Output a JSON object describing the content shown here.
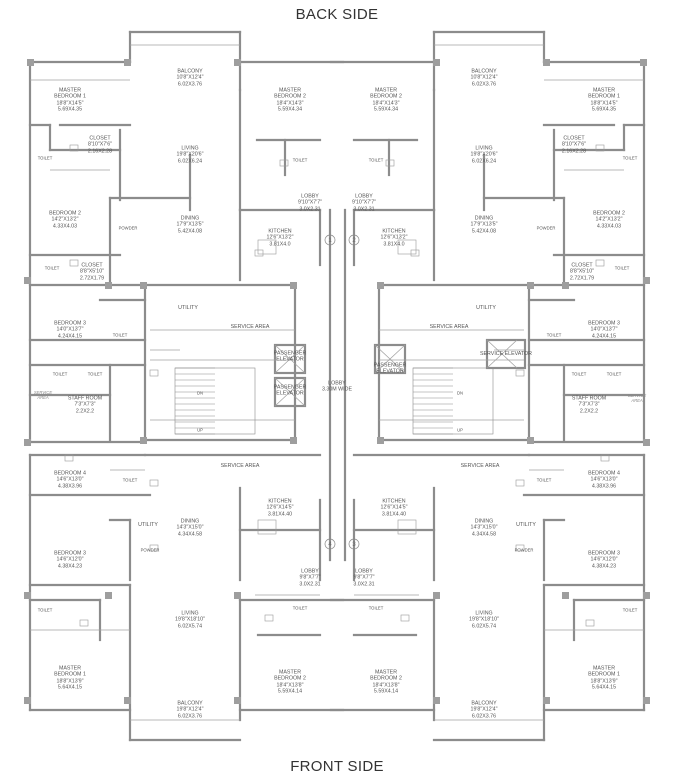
{
  "titles": {
    "back": "BACK SIDE",
    "front": "FRONT SIDE"
  },
  "rooms": [
    {
      "id": "balcony-back-l",
      "lines": [
        "BALCONY",
        "10'8\"X12'4\"",
        "6.02X3.76"
      ]
    },
    {
      "id": "balcony-back-r",
      "lines": [
        "BALCONY",
        "10'8\"X12'4\"",
        "6.02X3.76"
      ]
    },
    {
      "id": "master-bed1-back-l",
      "lines": [
        "MASTER",
        "BEDROOM 1",
        "18'8\"X14'5\"",
        "5.69X4.35"
      ]
    },
    {
      "id": "master-bed1-back-r",
      "lines": [
        "MASTER",
        "BEDROOM 1",
        "18'8\"X14'5\"",
        "5.69X4.35"
      ]
    },
    {
      "id": "master-bed2-back-l",
      "lines": [
        "MASTER",
        "BEDROOM 2",
        "18'4\"X14'3\"",
        "5.59X4.34"
      ]
    },
    {
      "id": "master-bed2-back-r",
      "lines": [
        "MASTER",
        "BEDROOM 2",
        "18'4\"X14'3\"",
        "5.59X4.34"
      ]
    },
    {
      "id": "closet-back-l",
      "lines": [
        "CLOSET",
        "8'10\"X7'6\"",
        "2.16X2.28"
      ]
    },
    {
      "id": "closet-back-r",
      "lines": [
        "CLOSET",
        "8'10\"X7'6\"",
        "2.16X2.28"
      ]
    },
    {
      "id": "living-back-l",
      "lines": [
        "LIVING",
        "19'8\"X20'6\"",
        "6.02X6.24"
      ]
    },
    {
      "id": "living-back-r",
      "lines": [
        "LIVING",
        "19'8\"X20'6\"",
        "6.02X6.24"
      ]
    },
    {
      "id": "dining-back-l",
      "lines": [
        "DINING",
        "17'9\"X13'5\"",
        "5.42X4.08"
      ]
    },
    {
      "id": "dining-back-r",
      "lines": [
        "DINING",
        "17'9\"X13'5\"",
        "5.42X4.08"
      ]
    },
    {
      "id": "bed2-back-l",
      "lines": [
        "BEDROOM 2",
        "14'2\"X13'2\"",
        "4.33X4.03"
      ]
    },
    {
      "id": "bed2-back-r",
      "lines": [
        "BEDROOM 2",
        "14'2\"X13'2\"",
        "4.33X4.03"
      ]
    },
    {
      "id": "closet2-back-l",
      "lines": [
        "CLOSET",
        "8'8\"X5'10\"",
        "2.72X1.79"
      ]
    },
    {
      "id": "closet2-back-r",
      "lines": [
        "CLOSET",
        "8'8\"X5'10\"",
        "2.72X1.79"
      ]
    },
    {
      "id": "kitchen-back-l",
      "lines": [
        "KITCHEN",
        "12'6\"X13'2\"",
        "3.81X4.0"
      ]
    },
    {
      "id": "kitchen-back-r",
      "lines": [
        "KITCHEN",
        "12'6\"X13'2\"",
        "3.81X4.0"
      ]
    },
    {
      "id": "lobby-back-l",
      "lines": [
        "LOBBY",
        "9'10\"X7'7\"",
        "3.0X2.31"
      ]
    },
    {
      "id": "lobby-back-r",
      "lines": [
        "LOBBY",
        "9'10\"X7'7\"",
        "3.0X2.31"
      ]
    },
    {
      "id": "bed3-back-l",
      "lines": [
        "BEDROOM 3",
        "14'0\"X13'7\"",
        "4.24X4.15"
      ]
    },
    {
      "id": "bed3-back-r",
      "lines": [
        "BEDROOM 3",
        "14'0\"X13'7\"",
        "4.24X4.15"
      ]
    },
    {
      "id": "utility-back-l",
      "lines": [
        "UTILITY"
      ]
    },
    {
      "id": "utility-back-r",
      "lines": [
        "UTILITY"
      ]
    },
    {
      "id": "service-area-back-l",
      "lines": [
        "SERVICE AREA"
      ]
    },
    {
      "id": "service-area-back-r",
      "lines": [
        "SERVICE AREA"
      ]
    },
    {
      "id": "staff-room-l",
      "lines": [
        "STAFF ROOM",
        "7'3\"X7'3\"",
        "2.2X2.2"
      ]
    },
    {
      "id": "staff-room-r",
      "lines": [
        "STAFF ROOM",
        "7'3\"X7'3\"",
        "2.2X2.2"
      ]
    },
    {
      "id": "lobby-center",
      "lines": [
        "LOBBY",
        "3.30M WIDE"
      ]
    },
    {
      "id": "pass-elev-top",
      "lines": [
        "PASSENGER",
        "ELEVATOR"
      ]
    },
    {
      "id": "pass-elev-mid",
      "lines": [
        "PASSENGER",
        "ELEVATOR"
      ]
    },
    {
      "id": "pass-elev-bot",
      "lines": [
        "PASSENGER",
        "ELEVATOR"
      ]
    },
    {
      "id": "service-elev",
      "lines": [
        "SERVICE ELEVATOR"
      ]
    },
    {
      "id": "service-area-front-l",
      "lines": [
        "SERVICE AREA"
      ]
    },
    {
      "id": "service-area-front-r",
      "lines": [
        "SERVICE AREA"
      ]
    },
    {
      "id": "bed4-front-l",
      "lines": [
        "BEDROOM 4",
        "14'6\"X13'0\"",
        "4.38X3.96"
      ]
    },
    {
      "id": "bed4-front-r",
      "lines": [
        "BEDROOM 4",
        "14'6\"X13'0\"",
        "4.38X3.96"
      ]
    },
    {
      "id": "kitchen-front-l",
      "lines": [
        "KITCHEN",
        "12'6\"X14'5\"",
        "3.81X4.40"
      ]
    },
    {
      "id": "kitchen-front-r",
      "lines": [
        "KITCHEN",
        "12'6\"X14'5\"",
        "3.81X4.40"
      ]
    },
    {
      "id": "dining-front-l",
      "lines": [
        "DINING",
        "14'3\"X15'0\"",
        "4.34X4.58"
      ]
    },
    {
      "id": "dining-front-r",
      "lines": [
        "DINING",
        "14'3\"X15'0\"",
        "4.34X4.58"
      ]
    },
    {
      "id": "utility-front-l",
      "lines": [
        "UTILITY"
      ]
    },
    {
      "id": "utility-front-r",
      "lines": [
        "UTILITY"
      ]
    },
    {
      "id": "bed3-front-l",
      "lines": [
        "BEDROOM 3",
        "14'6\"X12'0\"",
        "4.38X4.23"
      ]
    },
    {
      "id": "bed3-front-r",
      "lines": [
        "BEDROOM 3",
        "14'6\"X12'0\"",
        "4.38X4.23"
      ]
    },
    {
      "id": "lobby-front-l",
      "lines": [
        "LOBBY",
        "9'8\"X7'7\"",
        "3.0X2.31"
      ]
    },
    {
      "id": "lobby-front-r",
      "lines": [
        "LOBBY",
        "9'8\"X7'7\"",
        "3.0X2.31"
      ]
    },
    {
      "id": "living-front-l",
      "lines": [
        "LIVING",
        "19'8\"X18'10\"",
        "6.02X5.74"
      ]
    },
    {
      "id": "living-front-r",
      "lines": [
        "LIVING",
        "19'8\"X18'10\"",
        "6.02X5.74"
      ]
    },
    {
      "id": "master-bed1-front-l",
      "lines": [
        "MASTER",
        "BEDROOM 1",
        "18'8\"X13'9\"",
        "5.64X4.15"
      ]
    },
    {
      "id": "master-bed1-front-r",
      "lines": [
        "MASTER",
        "BEDROOM 1",
        "18'8\"X13'9\"",
        "5.64X4.15"
      ]
    },
    {
      "id": "master-bed2-front-l",
      "lines": [
        "MASTER",
        "BEDROOM 2",
        "18'4\"X13'8\"",
        "5.59X4.14"
      ]
    },
    {
      "id": "master-bed2-front-r",
      "lines": [
        "MASTER",
        "BEDROOM 2",
        "18'4\"X13'8\"",
        "5.59X4.14"
      ]
    },
    {
      "id": "balcony-front-l",
      "lines": [
        "BALCONY",
        "19'8\"X12'4\"",
        "6.02X3.76"
      ]
    },
    {
      "id": "balcony-front-r",
      "lines": [
        "BALCONY",
        "19'8\"X12'4\"",
        "6.02X3.76"
      ]
    }
  ],
  "small_labels": [
    {
      "id": "toilet-mb1-back-l",
      "lines": [
        "TOILET"
      ]
    },
    {
      "id": "toilet-mb1-back-r",
      "lines": [
        "TOILET"
      ]
    },
    {
      "id": "toilet-mb2-back-l",
      "lines": [
        "TOILET"
      ]
    },
    {
      "id": "toilet-mb2-back-r",
      "lines": [
        "TOILET"
      ]
    },
    {
      "id": "powder-back-l",
      "lines": [
        "POWDER"
      ]
    },
    {
      "id": "powder-back-r",
      "lines": [
        "POWDER"
      ]
    },
    {
      "id": "toilet-b2-back-l",
      "lines": [
        "TOILET"
      ]
    },
    {
      "id": "toilet-b2-back-r",
      "lines": [
        "TOILET"
      ]
    },
    {
      "id": "toilet-b3-back-l",
      "lines": [
        "TOILET"
      ]
    },
    {
      "id": "toilet-b3-back-r",
      "lines": [
        "TOILET"
      ]
    },
    {
      "id": "toilet-staff-l1",
      "lines": [
        "TOILET"
      ]
    },
    {
      "id": "toilet-staff-l2",
      "lines": [
        "TOILET"
      ]
    },
    {
      "id": "toilet-staff-r1",
      "lines": [
        "TOILET"
      ]
    },
    {
      "id": "toilet-staff-r2",
      "lines": [
        "TOILET"
      ]
    },
    {
      "id": "toilet-b4-front-l",
      "lines": [
        "TOILET"
      ]
    },
    {
      "id": "toilet-b4-front-r",
      "lines": [
        "TOILET"
      ]
    },
    {
      "id": "powder-front-l",
      "lines": [
        "POWDER"
      ]
    },
    {
      "id": "powder-front-r",
      "lines": [
        "POWDER"
      ]
    },
    {
      "id": "toilet-mb1-front-l",
      "lines": [
        "TOILET"
      ]
    },
    {
      "id": "toilet-mb1-front-r",
      "lines": [
        "TOILET"
      ]
    },
    {
      "id": "toilet-mb2-front-l",
      "lines": [
        "TOILET"
      ]
    },
    {
      "id": "toilet-mb2-front-r",
      "lines": [
        "TOILET"
      ]
    }
  ],
  "muted_labels": [
    {
      "id": "service-area-side-l",
      "lines": [
        "SERVICE",
        "AREA"
      ]
    },
    {
      "id": "service-area-side-r",
      "lines": [
        "SERVICE",
        "AREA"
      ]
    }
  ],
  "stair_labels": [
    {
      "id": "stair-up-l",
      "text": "UP"
    },
    {
      "id": "stair-dn-l",
      "text": "DN"
    },
    {
      "id": "stair-up-r",
      "text": "UP"
    },
    {
      "id": "stair-dn-r",
      "text": "DN"
    }
  ],
  "stair_markers": [
    {
      "id": "marker-1-top",
      "text": "1"
    },
    {
      "id": "marker-2-top",
      "text": "2"
    },
    {
      "id": "marker-4-bot",
      "text": "4"
    },
    {
      "id": "marker-3-bot",
      "text": "3"
    }
  ],
  "colors": {
    "wall": "#8c8c8c",
    "thin": "#9a9a9a",
    "column": "#9e9e9e",
    "text": "#555555"
  }
}
